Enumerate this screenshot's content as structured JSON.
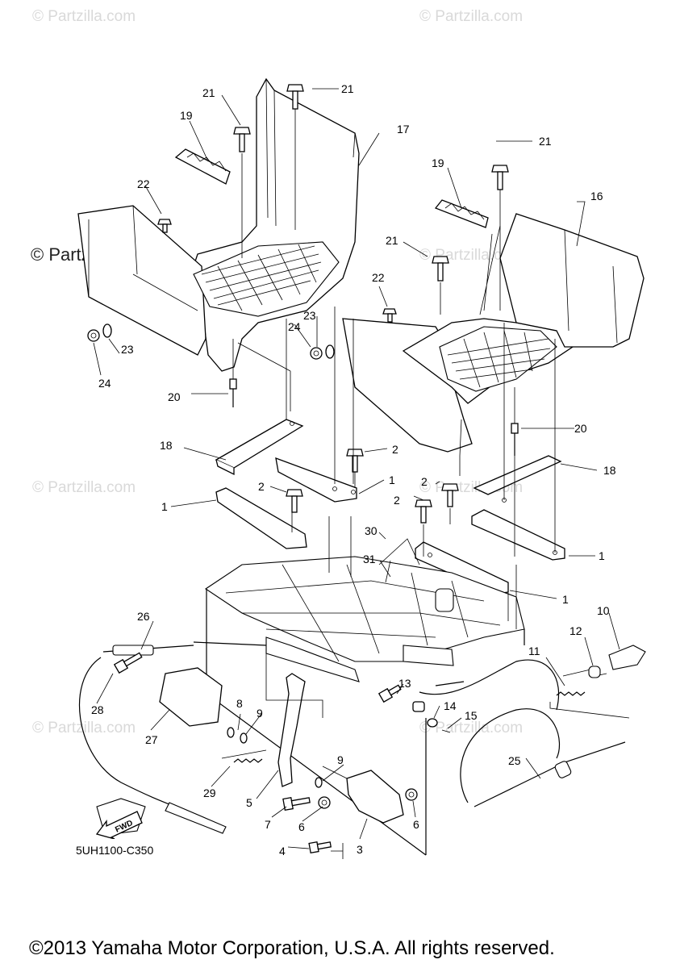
{
  "watermarks": {
    "top_left": "© Partzilla.com",
    "top_right": "© Partzilla.com",
    "mid_left": "© Partzilla.com",
    "mid_right": "© Partzilla.com",
    "lower_left": "© Partzilla.com",
    "lower_right": "© Partzilla.com",
    "dark": "© Partzilla.com"
  },
  "callouts": [
    "21",
    "21",
    "21",
    "21",
    "19",
    "19",
    "17",
    "16",
    "22",
    "22",
    "23",
    "23",
    "24",
    "24",
    "20",
    "20",
    "18",
    "18",
    "2",
    "2",
    "2",
    "2",
    "1",
    "1",
    "1",
    "1",
    "30",
    "31",
    "26",
    "10",
    "12",
    "11",
    "13",
    "14",
    "15",
    "28",
    "8",
    "9",
    "9",
    "27",
    "29",
    "5",
    "25",
    "7",
    "6",
    "6",
    "4",
    "3"
  ],
  "fwd_label": "FWD",
  "diagram_code": "5UH1100-C350",
  "copyright": "©2013 Yamaha Motor Corporation, U.S.A. All rights reserved."
}
